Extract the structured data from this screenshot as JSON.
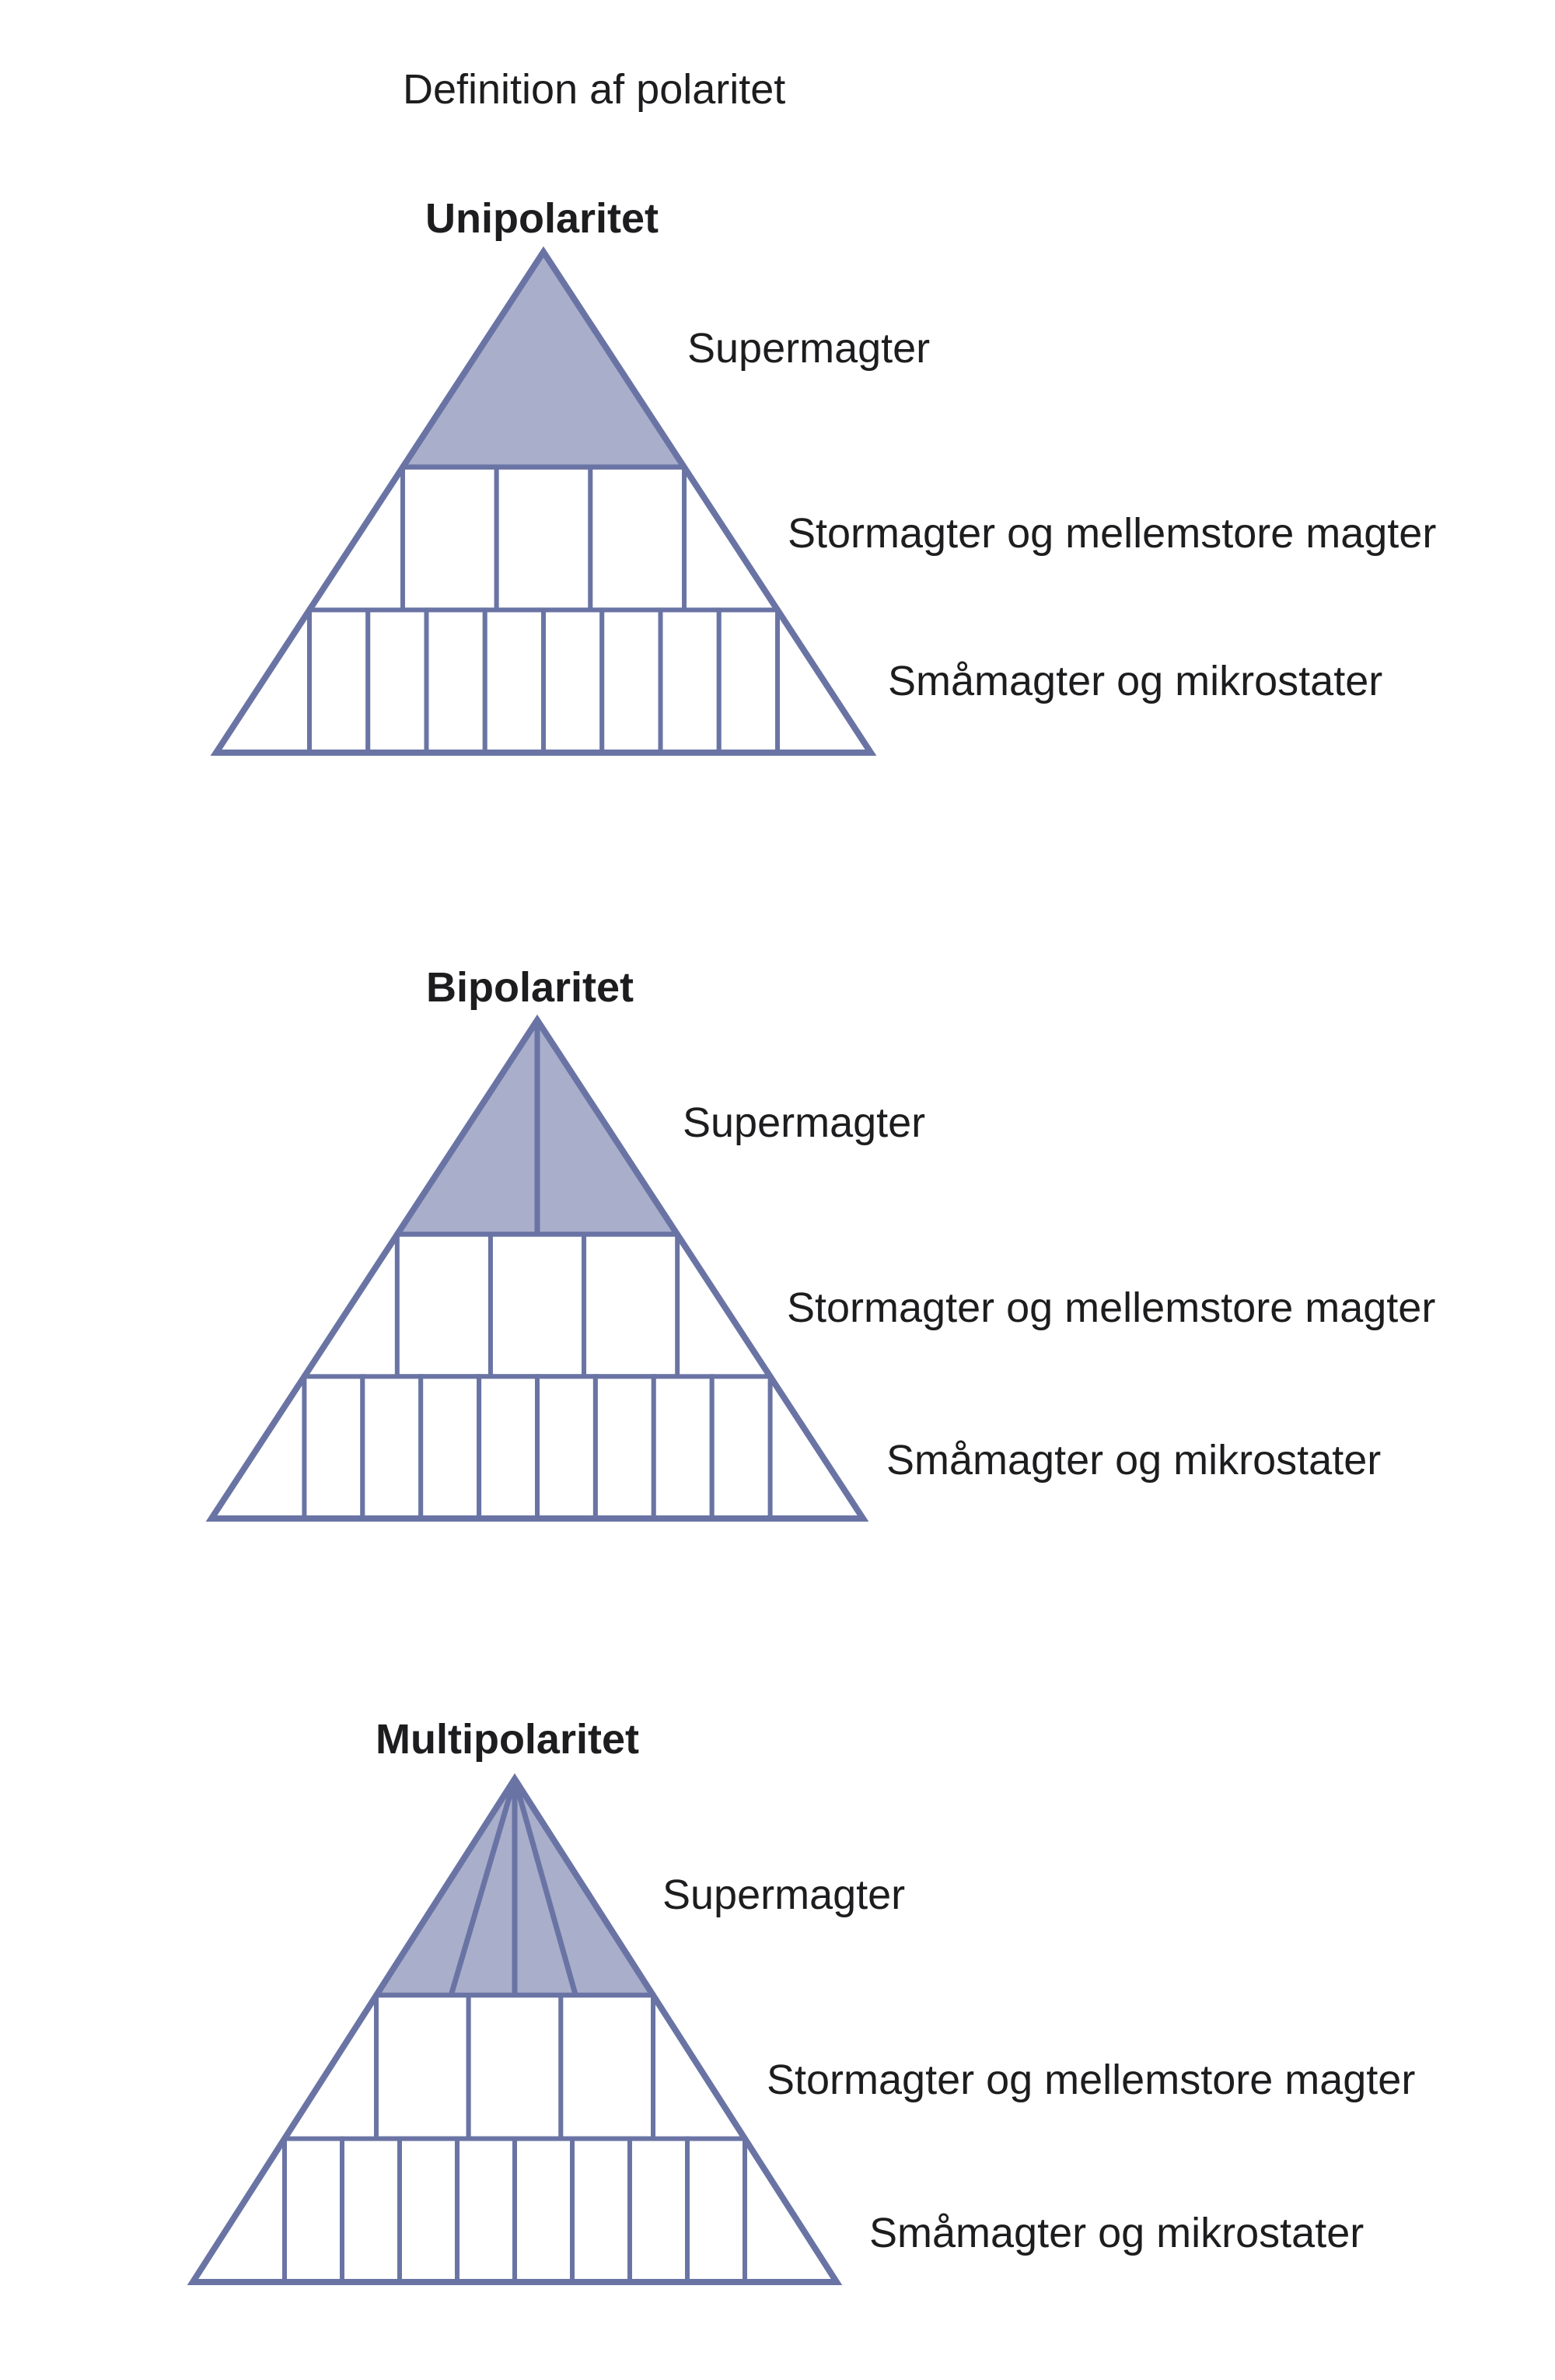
{
  "title": "Definition af polaritet",
  "colors": {
    "background": "#ffffff",
    "fill": "#a9aecb",
    "stroke": "#6a74a4",
    "text": "#1d1d1f"
  },
  "pyramids": [
    {
      "heading": "Unipolaritet",
      "top_label": "Supermagter",
      "middle_label": "Stormagter og mellemstore magter",
      "bottom_label": "Småmagter og mikrostater",
      "supermagt_sections": 1,
      "middle_cells": 3,
      "bottom_cells": 8
    },
    {
      "heading": "Bipolaritet",
      "top_label": "Supermagter",
      "middle_label": "Stormagter og mellemstore magter",
      "bottom_label": "Småmagter og mikrostater",
      "supermagt_sections": 2,
      "middle_cells": 3,
      "bottom_cells": 8
    },
    {
      "heading": "Multipolaritet",
      "top_label": "Supermagter",
      "middle_label": "Stormagter og mellemstore magter",
      "bottom_label": "Småmagter og mikrostater",
      "supermagt_sections": 4,
      "middle_cells": 3,
      "bottom_cells": 8
    }
  ]
}
